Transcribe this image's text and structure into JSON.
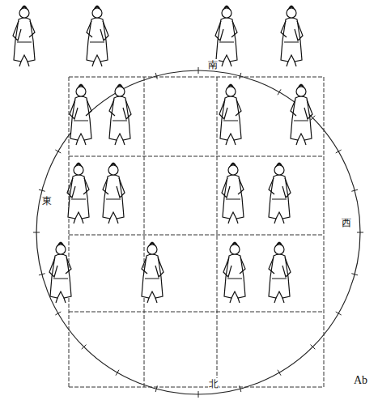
{
  "diagram": {
    "labels": [
      "南",
      "東",
      "西",
      "北",
      "Ab"
    ]
  }
}
